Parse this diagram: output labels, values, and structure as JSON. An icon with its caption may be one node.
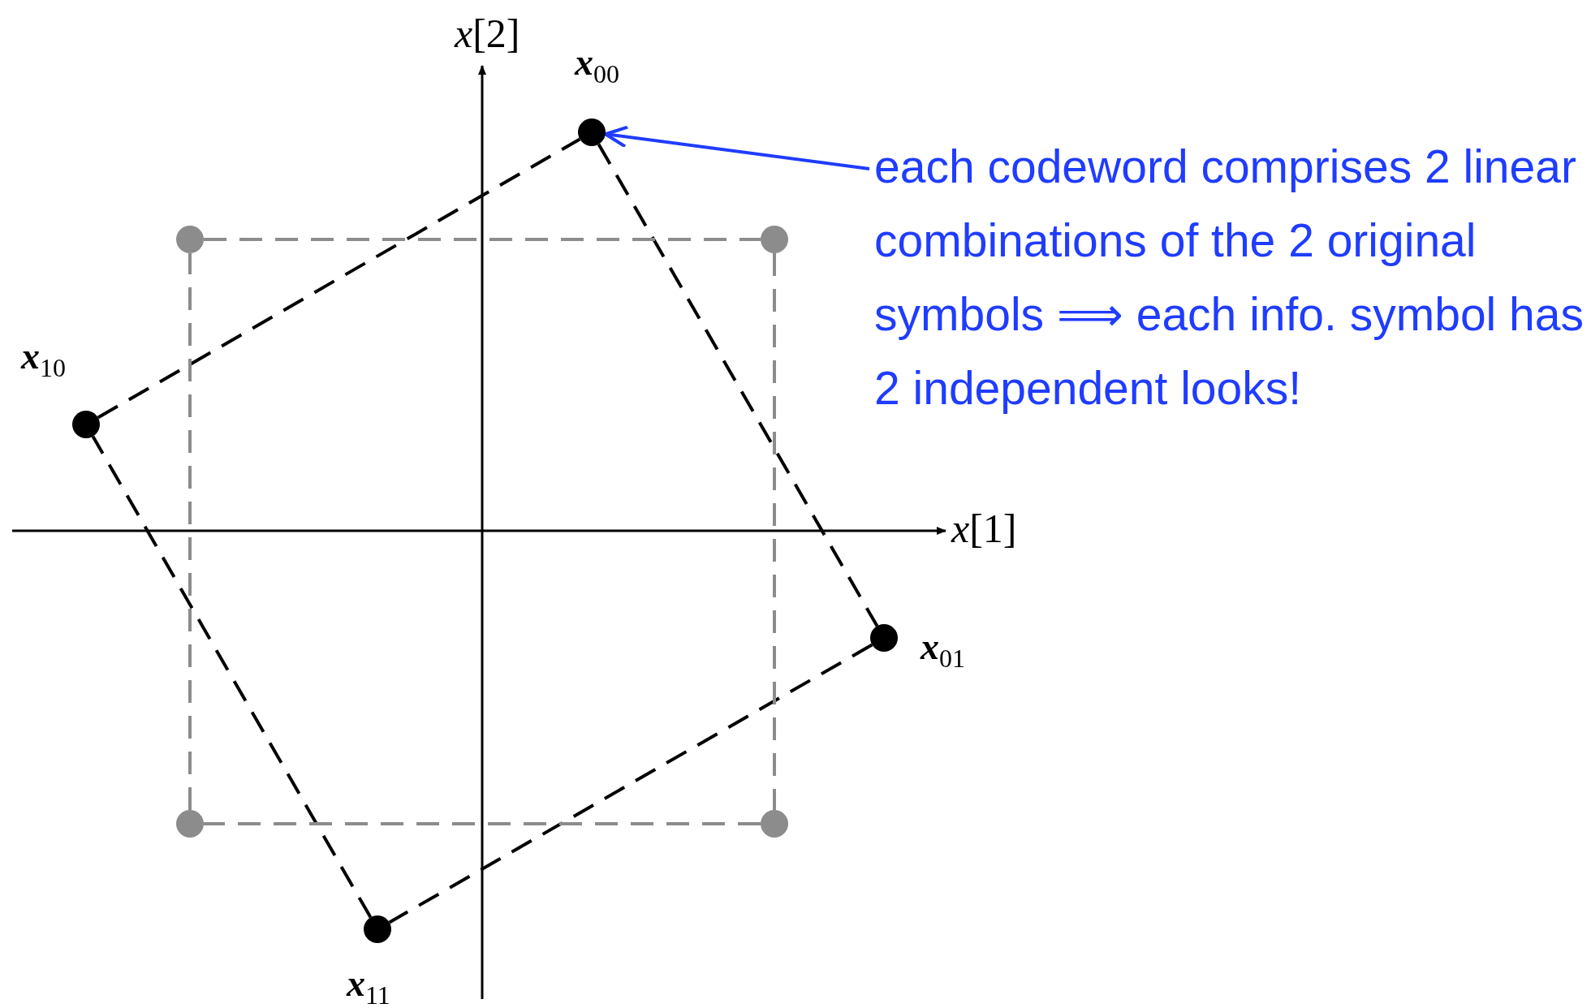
{
  "diagram": {
    "nodes": [
      {
        "text": [],
        "shape": "circle",
        "beside": [
          "**x**$_{00}$"
        ]
      },
      {
        "text": [
          "each codeword comprises 2 linear combinations of the 2 original symbols ⟹ each info. symbol has 2 independent looks!"
        ]
      },
      {
        "text": [],
        "shape": "circle"
      },
      {
        "text": [],
        "shape": "circle"
      },
      {
        "text": [],
        "shape": "circle",
        "beside": [
          "**x**$_{10}$"
        ]
      },
      {
        "text": [],
        "shape": "circle",
        "beside": [
          "**x**$_{01}$"
        ]
      },
      {
        "text": [],
        "shape": "circle"
      },
      {
        "text": [],
        "shape": "circle"
      },
      {
        "text": [],
        "shape": "circle",
        "beside": [
          "**x**$_{11}$"
        ]
      }
    ],
    "edges": [
      {
        "from": 4,
        "to": 0,
        "arrow": "none",
        "style": "dashed"
      },
      {
        "from": 0,
        "to": 5,
        "arrow": "none",
        "style": "dashed"
      },
      {
        "from": 5,
        "to": 8,
        "arrow": "none",
        "style": "dashed"
      },
      {
        "from": 8,
        "to": 4,
        "arrow": "none",
        "style": "dashed"
      },
      {
        "from": 2,
        "to": 3,
        "arrow": "none",
        "style": "dashed",
        "color": "#8c8c8c"
      },
      {
        "from": 3,
        "to": 7,
        "arrow": "none",
        "style": "dashed",
        "color": "#8c8c8c"
      },
      {
        "from": 7,
        "to": 6,
        "arrow": "none",
        "style": "dashed",
        "color": "#8c8c8c"
      },
      {
        "from": 6,
        "to": 2,
        "arrow": "none",
        "style": "dashed",
        "color": "#8c8c8c"
      },
      {
        "from": 1,
        "to": 0,
        "arrow": "to",
        "color": "#1f3cff"
      }
    ],
    "labels": [
      "*x*[2]",
      "*x*[1]"
    ]
  }
}
